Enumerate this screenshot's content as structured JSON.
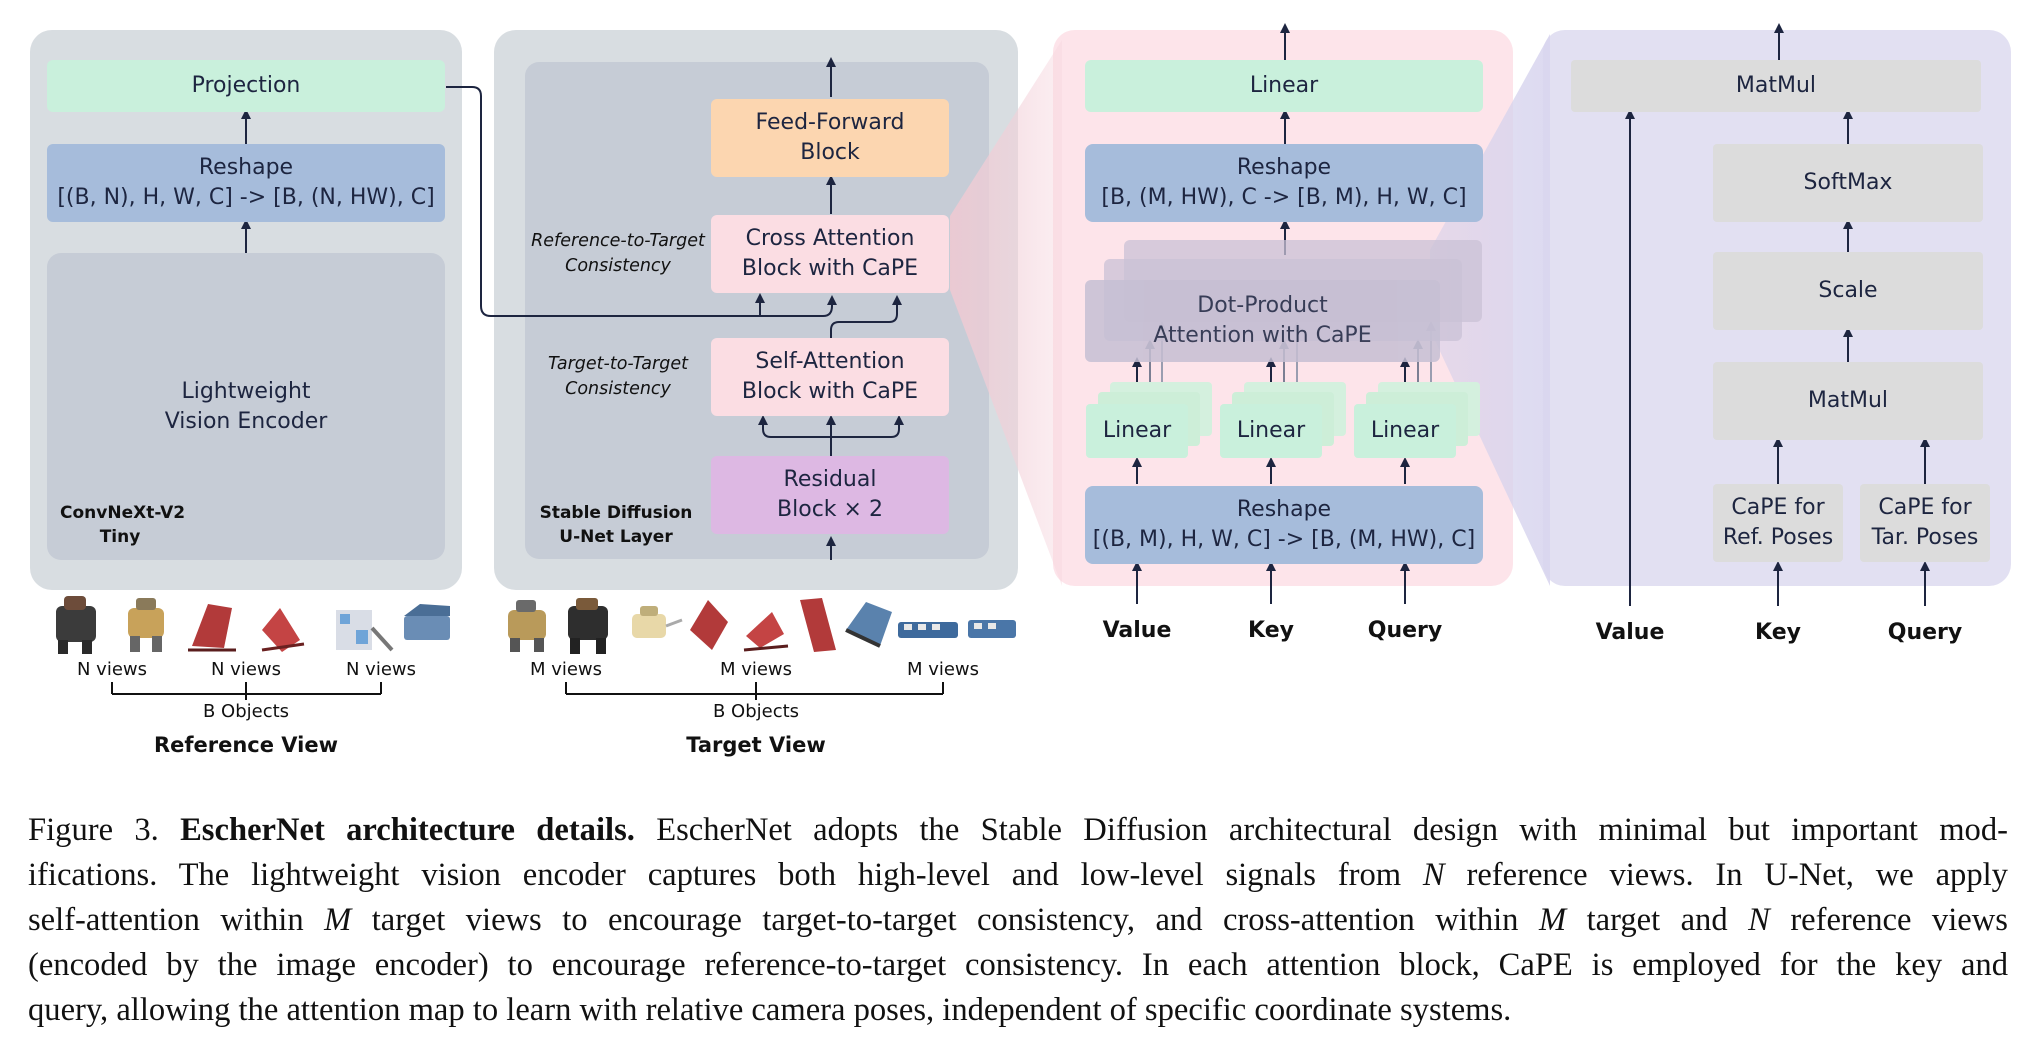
{
  "encoder_panel": {
    "projection": "Projection",
    "reshape_line1": "Reshape",
    "reshape_line2": "[(B, N), H, W, C] -> [B, (N, HW), C]",
    "encoder_line1": "Lightweight",
    "encoder_line2": "Vision Encoder",
    "model_line1": "ConvNeXt-V2",
    "model_line2": "Tiny"
  },
  "unet_panel": {
    "ffn_line1": "Feed-Forward",
    "ffn_line2": "Block",
    "cross_line1": "Cross Attention",
    "cross_line2": "Block with CaPE",
    "self_line1": "Self-Attention",
    "self_line2": "Block with CaPE",
    "residual_line1": "Residual",
    "residual_line2": "Block × 2",
    "ref_consistency_line1": "Reference-to-Target",
    "ref_consistency_line2": "Consistency",
    "tar_consistency_line1": "Target-to-Target",
    "tar_consistency_line2": "Consistency",
    "model_line1": "Stable Diffusion",
    "model_line2": "U-Net Layer"
  },
  "attention_panel": {
    "linear_top": "Linear",
    "reshape_top_line1": "Reshape",
    "reshape_top_line2": "[B, (M, HW), C -> [B, M), H, W, C]",
    "dot_line1": "Dot-Product",
    "dot_line2": "Attention with CaPE",
    "linear_1": "Linear",
    "linear_2": "Linear",
    "linear_3": "Linear",
    "reshape_bottom_line1": "Reshape",
    "reshape_bottom_line2": "[(B, M), H, W, C] -> [B, (M, HW), C]",
    "in_value": "Value",
    "in_key": "Key",
    "in_query": "Query"
  },
  "cape_panel": {
    "matmul_top": "MatMul",
    "softmax": "SoftMax",
    "scale": "Scale",
    "matmul_mid": "MatMul",
    "cape_ref_line1": "CaPE for",
    "cape_ref_line2": "Ref. Poses",
    "cape_tar_line1": "CaPE for",
    "cape_tar_line2": "Tar. Poses",
    "in_value": "Value",
    "in_key": "Key",
    "in_query": "Query"
  },
  "reference_views": {
    "n_views_1": "N views",
    "n_views_2": "N views",
    "n_views_3": "N views",
    "objects": "B Objects",
    "title": "Reference View"
  },
  "target_views": {
    "m_views_1": "M views",
    "m_views_2": "M views",
    "m_views_3": "M views",
    "objects": "B Objects",
    "title": "Target View"
  },
  "caption": {
    "figure_label": "Figure 3.",
    "title": "EscherNet architecture details.",
    "line1_rest": "EscherNet adopts the Stable Diffusion architectural design with minimal but important mod-",
    "line2_a": "ifications. The lightweight vision encoder captures both high-level and low-level signals from",
    "N": "N",
    "line2_b": "reference views. In U-Net, we apply",
    "line3_a": "self-attention within",
    "M": "M",
    "line3_b": "target views to encourage target-to-target consistency, and cross-attention within",
    "line3_c": "target and",
    "line3_d": "reference views",
    "line4": "(encoded by the image encoder) to encourage reference-to-target consistency. In each attention block, CaPE is employed for the key and",
    "line5": "query, allowing the attention map to learn with relative camera poses, independent of specific coordinate systems."
  },
  "colors": {
    "panel_grey": "#d8dde1",
    "inner_grey": "#c6ccd6",
    "projection_green": "#c9f0dc",
    "reshape_blue": "#a6bcdb",
    "ffn_orange": "#fcd6b0",
    "attn_pink": "#fbdde3",
    "residual_purple": "#ddb8e3",
    "attention_panel_pink": "#fde4ea",
    "cape_panel_lavender": "#e2e0f2",
    "cape_box_grey": "#dcdcdc",
    "arrow_navy": "#1d2540"
  }
}
